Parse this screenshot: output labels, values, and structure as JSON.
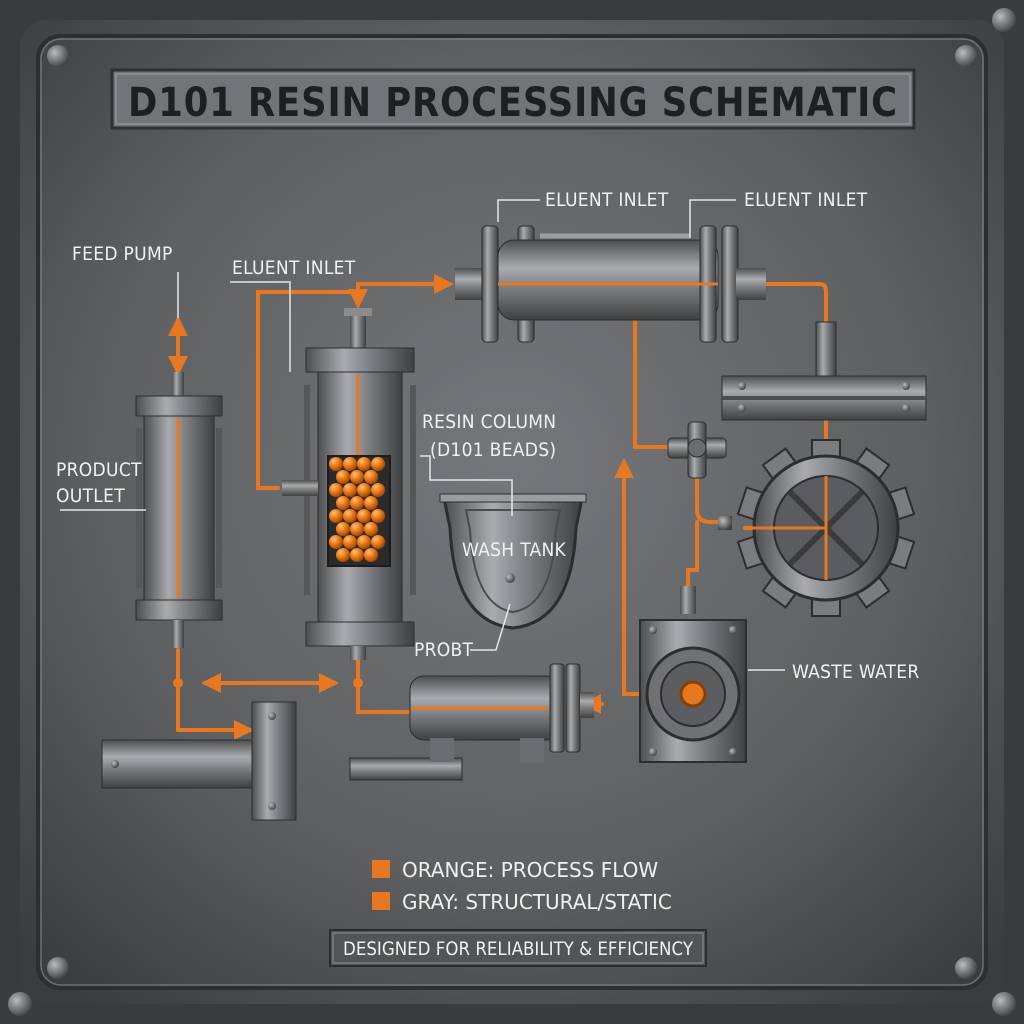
{
  "title": "D101 RESIN PROCESSING SCHEMATIC",
  "labels": {
    "eluent_inlet_top_left": "ELUENT INLET",
    "eluent_inlet_top_right": "ELUENT INLET",
    "feed_pump": "FEED PUMP",
    "eluent_inlet_mid": "ELUENT INLET",
    "resin_column_line1": "RESIN COLUMN",
    "resin_column_line2": "(D101 BEADS)",
    "product_outlet_line1": "PRODUCT",
    "product_outlet_line2": "OUTLET",
    "wash_tank": "WASH TANK",
    "probt": "PROBT",
    "waste_water": "WASTE WATER"
  },
  "legend": [
    {
      "label": "ORANGE: PROCESS FLOW",
      "color": "#e87722"
    },
    {
      "label": "GRAY: STRUCTURAL/STATIC",
      "color": "#e87722"
    }
  ],
  "footer": "DESIGNED FOR RELIABILITY & EFFICIENCY",
  "colors": {
    "flow": "#e87722",
    "panel": "#5b5c5e",
    "metal": "#8a8c8f",
    "metal_dark": "#3f4042"
  }
}
